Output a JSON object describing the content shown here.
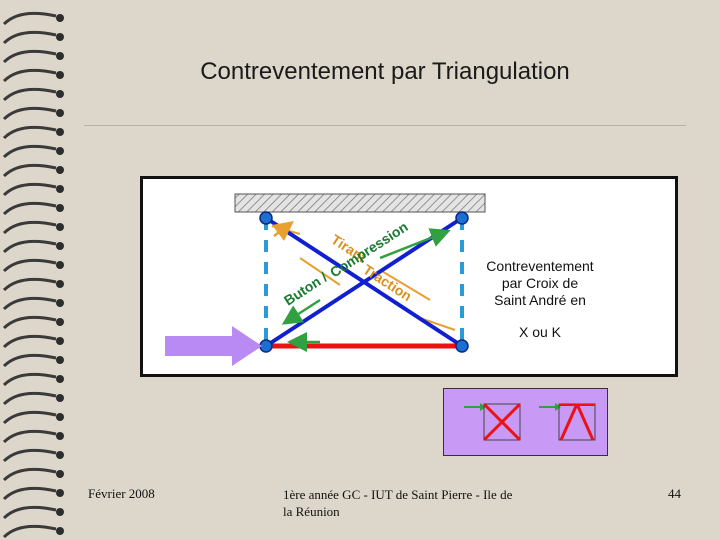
{
  "slide": {
    "title": "Contreventement par Triangulation",
    "caption_lines": [
      "Contreventement",
      "par Croix de",
      "Saint André en"
    ],
    "caption_variant": "X ou K"
  },
  "diagram": {
    "label_tirant": "Tirant",
    "label_compression": "Compression",
    "label_traction": "Traction",
    "label_buton": "Buton /"
  },
  "icons": {
    "cross_x": "x-bracing-icon",
    "cross_k": "k-bracing-icon"
  },
  "footer": {
    "date": "Février 2008",
    "center": "1ère année GC - IUT de Saint Pierre - Ile de la Réunion",
    "page": "44"
  },
  "colors": {
    "beam": "#d8d8d8",
    "frame": "#2a9bd6",
    "diagonal": "#1020d0",
    "base": "#ee1111",
    "load_arrow": "#b98af3",
    "force_arrow": "#30a040",
    "annotation": "#e8a030",
    "icon_background": "#c99af5"
  }
}
